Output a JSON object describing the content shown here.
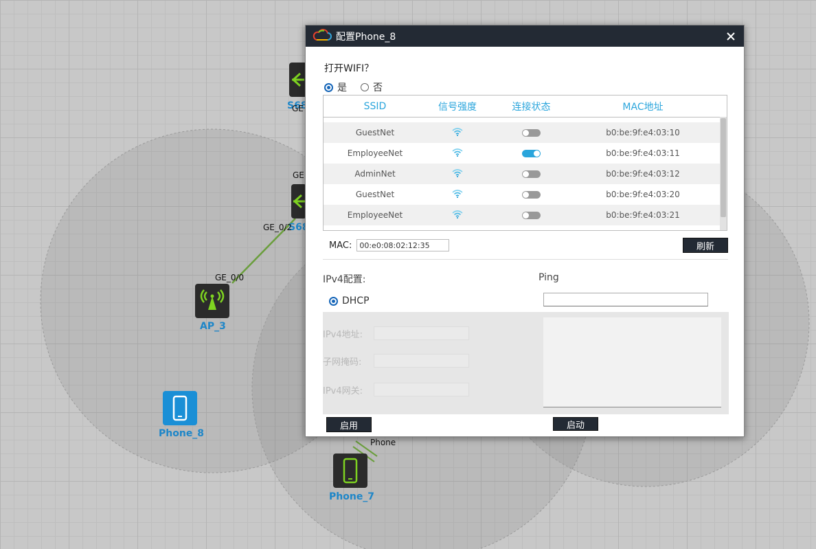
{
  "topology": {
    "devices": [
      {
        "name": "AP_3",
        "icon": "ap-icon"
      },
      {
        "name": "Phone_8",
        "icon": "phone-icon"
      },
      {
        "name": "Phone_7",
        "icon": "phone-icon"
      },
      {
        "name": "S68",
        "icon": "switch-icon"
      },
      {
        "name": "S68",
        "icon": "switch-icon"
      }
    ],
    "ports": [
      "GE",
      "GE",
      "GE_0/2",
      "GE_0/0",
      "Phone"
    ],
    "link_color": "#6a9e3c"
  },
  "dialog": {
    "title": "配置Phone_8",
    "close": "✕",
    "wifi_question": "打开WIFI？",
    "yes": "是",
    "no": "否",
    "table": {
      "headers": [
        "SSID",
        "信号强度",
        "连接状态",
        "MAC地址"
      ],
      "rows": [
        {
          "ssid": "GuestNet",
          "connected": false,
          "mac": "b0:be:9f:e4:03:10"
        },
        {
          "ssid": "EmployeeNet",
          "connected": true,
          "mac": "b0:be:9f:e4:03:11"
        },
        {
          "ssid": "AdminNet",
          "connected": false,
          "mac": "b0:be:9f:e4:03:12"
        },
        {
          "ssid": "GuestNet",
          "connected": false,
          "mac": "b0:be:9f:e4:03:20"
        },
        {
          "ssid": "EmployeeNet",
          "connected": false,
          "mac": "b0:be:9f:e4:03:21"
        }
      ]
    },
    "mac_label": "MAC:",
    "mac_value": "00:e0:08:02:12:35",
    "refresh": "刷新",
    "ipv4_config": "IPv4配置:",
    "dhcp": "DHCP",
    "ipv4_addr": "IPv4地址:",
    "subnet_mask": "子网掩码:",
    "gateway": "IPv4网关:",
    "apply": "启用",
    "ping": "Ping",
    "start": "启动",
    "accent": "#2aa5dc"
  }
}
